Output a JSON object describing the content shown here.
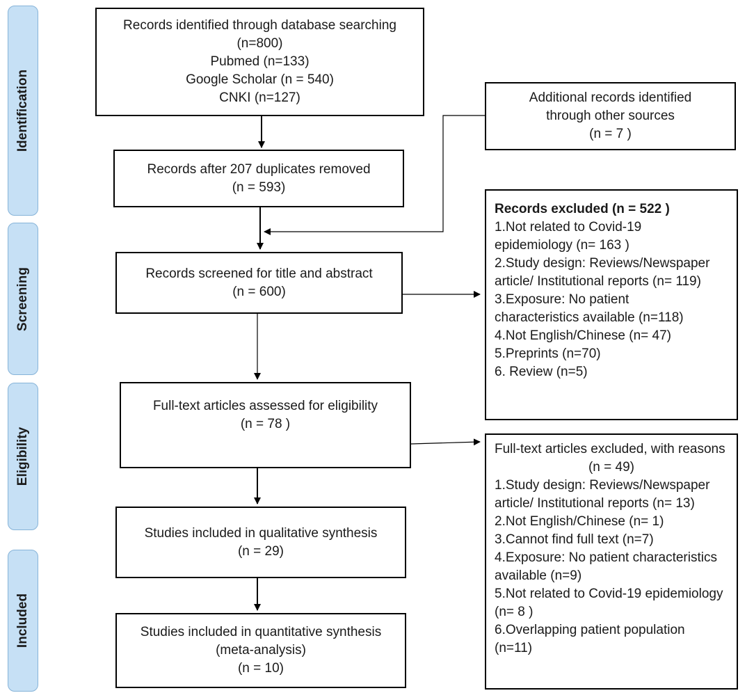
{
  "phases": {
    "identification": "Identification",
    "screening": "Screening",
    "eligibility": "Eligibility",
    "included": "Included"
  },
  "boxes": {
    "identified": {
      "lines": [
        "Records identified through database searching",
        "(n=800)",
        "Pubmed (n=133)",
        "Google Scholar (n = 540)",
        "CNKI (n=127)"
      ]
    },
    "additional": {
      "lines": [
        "Additional records identified",
        "through other sources",
        "(n = 7 )"
      ]
    },
    "duplicates_removed": {
      "lines": [
        "Records after 207 duplicates removed",
        "(n = 593)"
      ]
    },
    "screened": {
      "lines": [
        "Records screened for title and abstract",
        "(n =   600)"
      ]
    },
    "records_excluded": {
      "title": "Records excluded (n = 522 )",
      "lines": [
        "1.Not related to Covid-19",
        "epidemiology (n= 163 )",
        "2.Study design: Reviews/Newspaper",
        "article/ Institutional reports (n= 119)",
        "3.Exposure: No patient",
        "characteristics available (n=118)",
        "4.Not English/Chinese (n= 47)",
        "5.Preprints (n=70)",
        "6. Review (n=5)"
      ]
    },
    "fulltext_assessed": {
      "lines": [
        "Full-text articles assessed for eligibility",
        "(n = 78 )"
      ]
    },
    "fulltext_excluded": {
      "title": "Full-text articles excluded, with reasons",
      "count": "(n =  49)",
      "lines": [
        "1.Study design: Reviews/Newspaper",
        "article/ Institutional reports (n= 13)",
        "2.Not English/Chinese (n= 1)",
        "3.Cannot find full text (n=7)",
        "4.Exposure: No patient characteristics",
        "available (n=9)",
        "5.Not related to Covid-19 epidemiology",
        "(n= 8 )",
        "6.Overlapping patient population",
        "(n=11)"
      ]
    },
    "qualitative": {
      "lines": [
        "Studies included in qualitative synthesis",
        "(n =  29)"
      ]
    },
    "quantitative": {
      "lines": [
        "Studies included in quantitative synthesis",
        "(meta-analysis)",
        "(n =  10)"
      ]
    }
  }
}
